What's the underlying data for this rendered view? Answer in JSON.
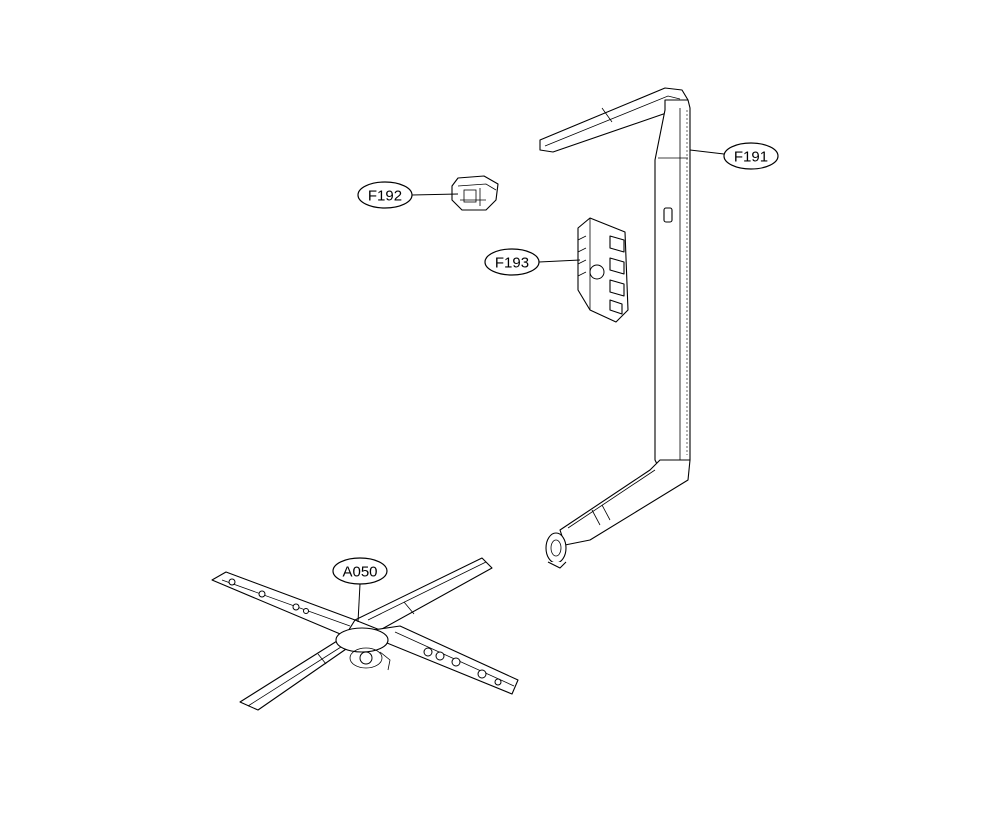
{
  "callouts": {
    "f191": "F191",
    "f192": "F192",
    "f193": "F193",
    "a050": "A050"
  }
}
